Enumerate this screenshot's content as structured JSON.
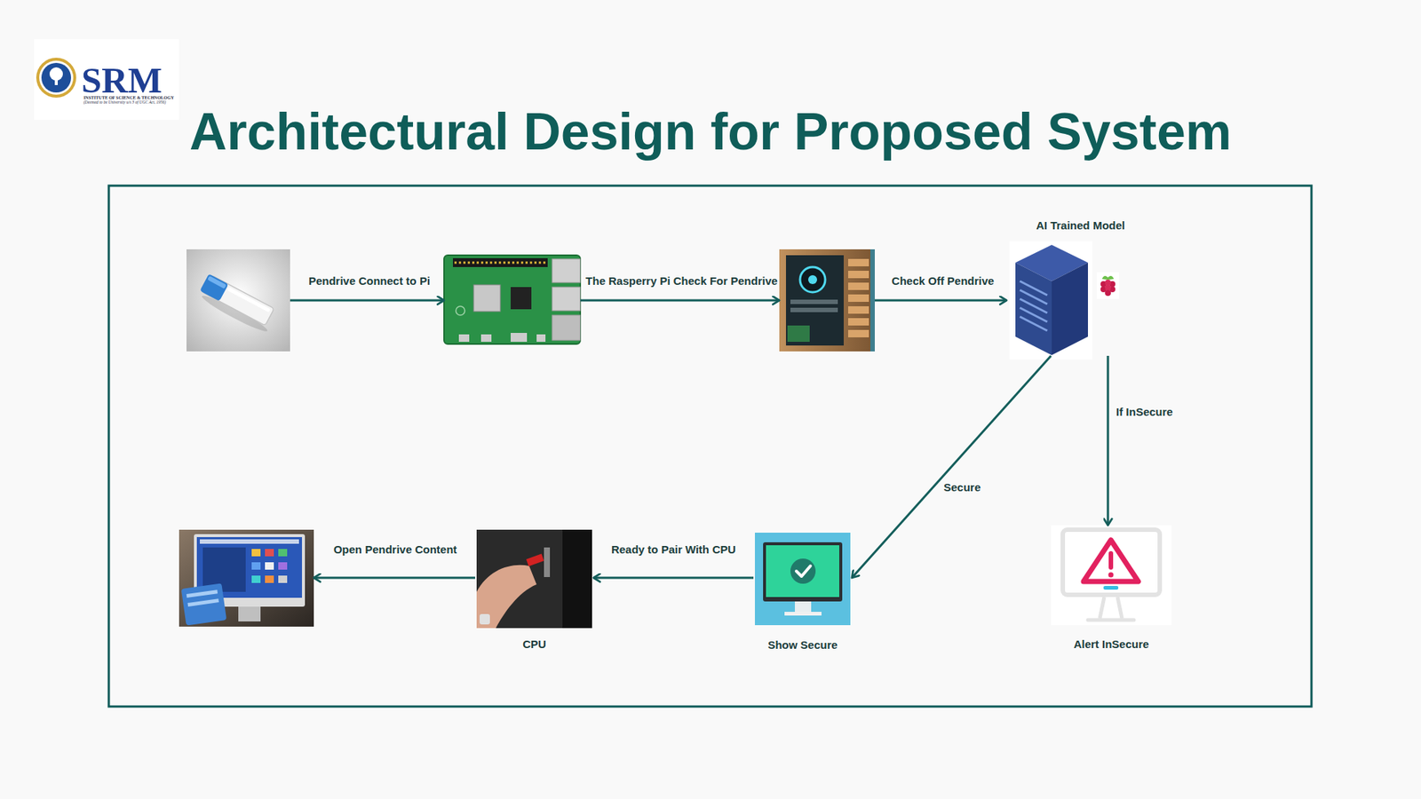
{
  "diagram": {
    "title": "Architectural Design for Proposed System",
    "nodes": [
      {
        "text": []
      },
      {
        "text": []
      },
      {
        "text": []
      },
      {
        "text": [
          "AI Trained Model"
        ]
      },
      {
        "text": []
      },
      {
        "text": [
          "CPU"
        ]
      },
      {
        "text": [
          "Show Secure"
        ]
      },
      {
        "text": [
          "Alert InSecure"
        ]
      }
    ],
    "edges": [
      {
        "from": 0,
        "to": 1,
        "label": "Pendrive Connect to Pi",
        "arrow": "to"
      },
      {
        "from": 1,
        "to": 2,
        "label": "The Rasperry Pi Check For Pendrive",
        "arrow": "to"
      },
      {
        "from": 2,
        "to": 3,
        "label": "Check Off Pendrive",
        "arrow": "to"
      },
      {
        "from": 3,
        "to": 7,
        "label": "If InSecure",
        "arrow": "to"
      },
      {
        "from": 3,
        "to": 6,
        "label": "Secure",
        "arrow": "to"
      },
      {
        "from": 6,
        "to": 5,
        "label": "Ready to Pair With CPU",
        "arrow": "to"
      },
      {
        "from": 5,
        "to": 4,
        "label": "Open Pendrive Content",
        "arrow": "to"
      }
    ],
    "labels": [
      "SRM",
      "INSTITUTE OF SCIENCE & TECHNOLOGY",
      "(Deemed to be University u/s 3 of UGC Act, 1956)"
    ]
  }
}
